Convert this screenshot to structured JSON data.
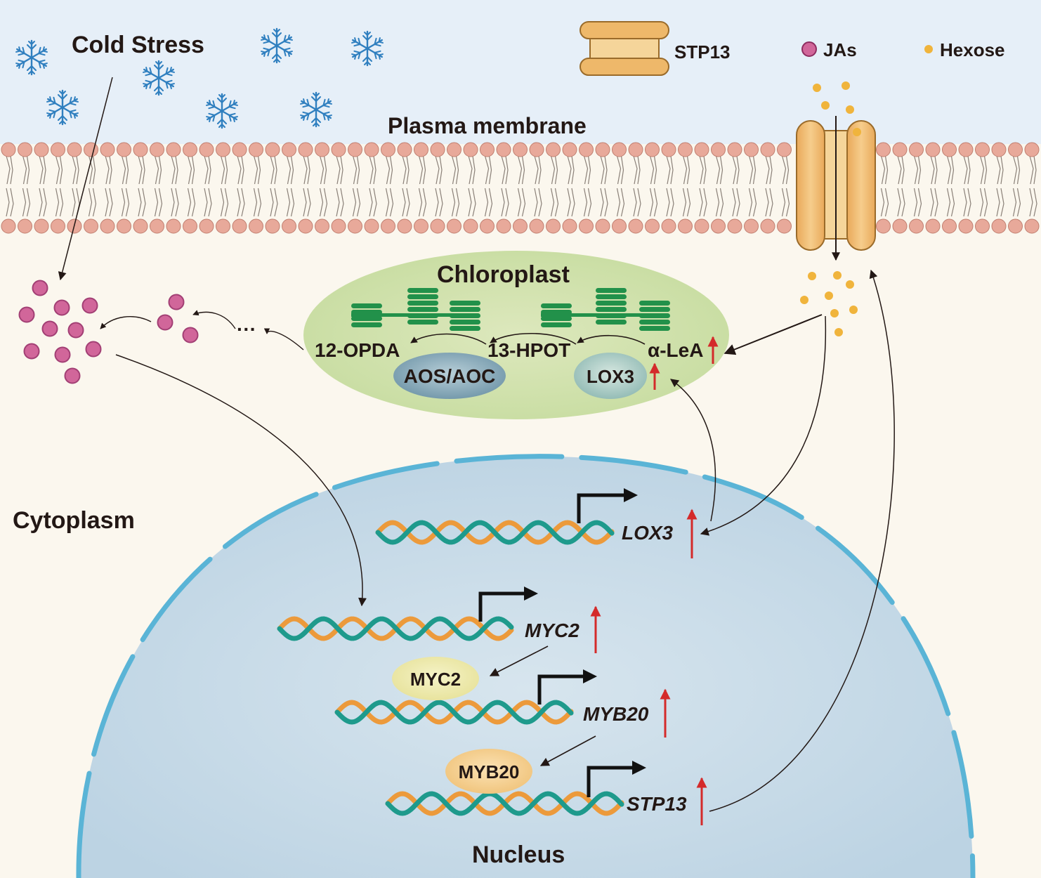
{
  "labels": {
    "cold_stress": "Cold Stress",
    "plasma_membrane": "Plasma membrane",
    "chloroplast": "Chloroplast",
    "cytoplasm": "Cytoplasm",
    "nucleus": "Nucleus"
  },
  "legend": {
    "stp13": "STP13",
    "jas": "JAs",
    "hexose": "Hexose"
  },
  "pathway": {
    "opda": "12-OPDA",
    "hpot": "13-HPOT",
    "lea": "α-LeA",
    "aos_aoc": "AOS/AOC",
    "lox3_protein": "LOX3",
    "ellipsis": "···"
  },
  "genes": {
    "lox3": "LOX3",
    "myc2": "MYC2",
    "myb20": "MYB20",
    "stp13": "STP13"
  },
  "proteins": {
    "myc2": "MYC2",
    "myb20": "MYB20"
  },
  "colors": {
    "extracellular": "#e6eff8",
    "cytoplasm": "#fbf7ee",
    "lipid_head": "#e8a99a",
    "chloroplast": "#cfe0a8",
    "thylakoid": "#22914a",
    "nucleus": "#c9dbe8",
    "nuclear_envelope": "#5ab4d6",
    "dna_orange": "#ec9a3b",
    "dna_teal": "#1e9a8c",
    "jas": "#d1669a",
    "hexose": "#f0b43c",
    "transporter": "#eeb86a",
    "upregulation_arrow": "#d42a2a",
    "snowflake": "#2f7fbf"
  }
}
